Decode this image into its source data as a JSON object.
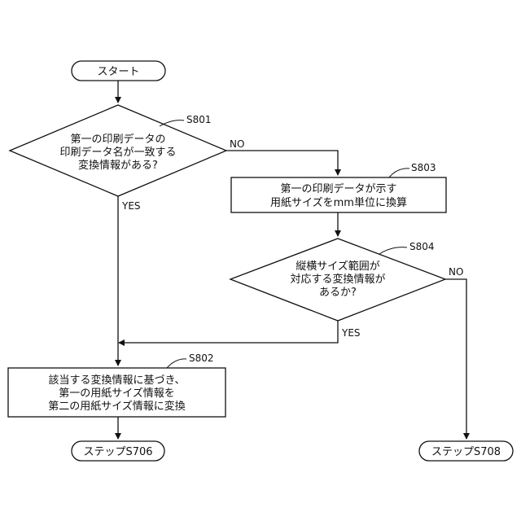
{
  "flowchart": {
    "start": {
      "label": "スタート"
    },
    "s801": {
      "step": "S801",
      "lines": [
        "第一の印刷データの",
        "印刷データ名が一致する",
        "変換情報がある?"
      ],
      "yes": "YES",
      "no": "NO"
    },
    "s803": {
      "step": "S803",
      "lines": [
        "第一の印刷データが示す",
        "用紙サイズをmm単位に換算"
      ]
    },
    "s804": {
      "step": "S804",
      "lines": [
        "縦横サイズ範囲が",
        "対応する変換情報が",
        "あるか?"
      ],
      "yes": "YES",
      "no": "NO"
    },
    "s802": {
      "step": "S802",
      "lines": [
        "該当する変換情報に基づき、",
        "第一の用紙サイズ情報を",
        "第二の用紙サイズ情報に変換"
      ]
    },
    "end_s706": {
      "label": "ステップS706"
    },
    "end_s708": {
      "label": "ステップS708"
    }
  }
}
